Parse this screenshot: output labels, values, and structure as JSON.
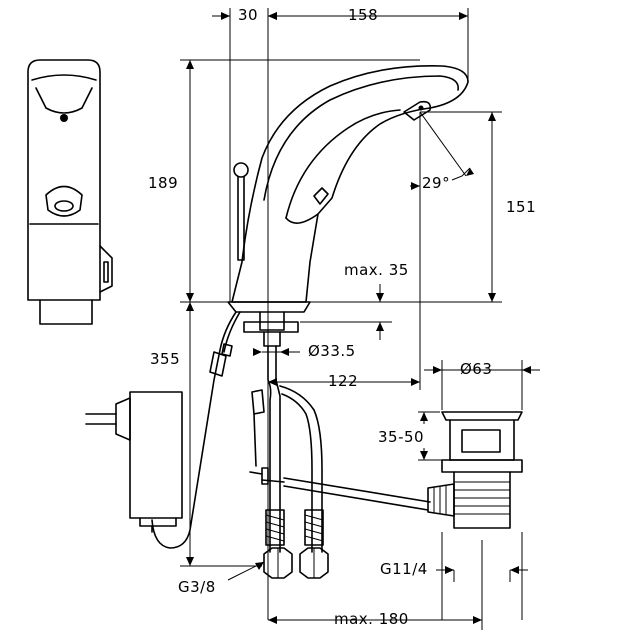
{
  "dimensions": {
    "width_30": "30",
    "width_158": "158",
    "height_189": "189",
    "height_151": "151",
    "angle_29": "29°",
    "max_35": "max. 35",
    "dia_33_5": "Ø33.5",
    "length_122": "122",
    "dia_63": "Ø63",
    "range_35_50": "35-50",
    "height_355": "355",
    "thread_g3_8": "G3/8",
    "thread_g11_4": "G11/4",
    "max_180": "max. 180"
  },
  "colors": {
    "line": "#000000",
    "background": "#ffffff"
  }
}
